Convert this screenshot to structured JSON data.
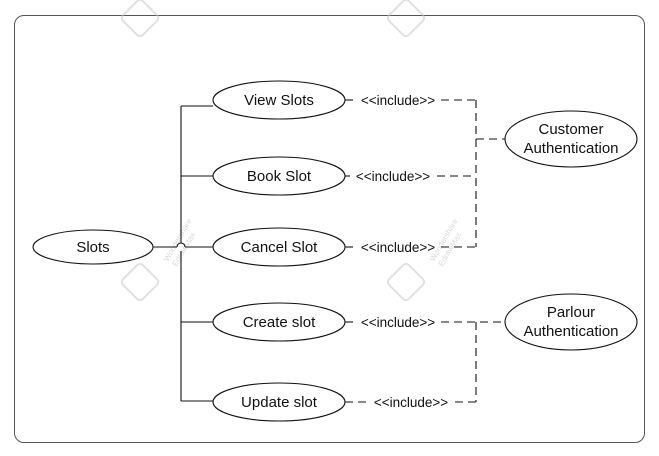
{
  "diagram": {
    "use_cases": {
      "slots": "Slots",
      "view_slots": "View Slots",
      "book_slot": "Book Slot",
      "cancel_slot": "Cancel Slot",
      "create_slot": "Create slot",
      "update_slot": "Update slot",
      "customer_auth_line1": "Customer",
      "customer_auth_line2": "Authentication",
      "parlour_auth_line1": "Parlour",
      "parlour_auth_line2": "Authentication"
    },
    "include_label": "<<include>>",
    "colors": {
      "stroke": "#111111",
      "background": "#ffffff",
      "frame": "#555555"
    }
  },
  "watermark": {
    "brand_line1": "Wondershare",
    "brand_line2": "EdrawMax"
  }
}
